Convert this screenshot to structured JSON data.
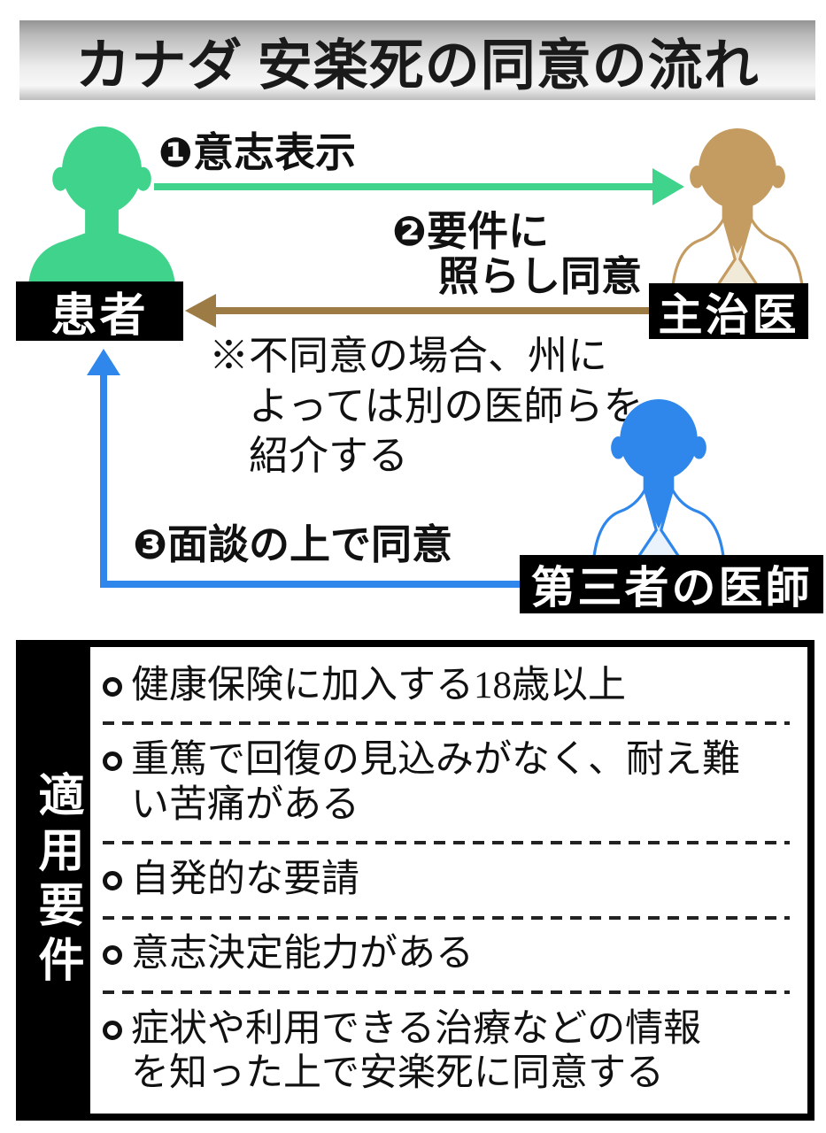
{
  "title": "カナダ 安楽死の同意の流れ",
  "actors": {
    "patient": {
      "label": "患者",
      "color": "#3fd38c"
    },
    "attending": {
      "label": "主治医",
      "color": "#c49b60"
    },
    "third": {
      "label": "第三者の医師",
      "color": "#2f87ec"
    }
  },
  "steps": [
    {
      "num": "❶",
      "text": "意志表示",
      "arrow_color": "#3fd38c"
    },
    {
      "num": "❷",
      "line1": "要件に",
      "line2": "照らし同意",
      "arrow_color": "#9c7b44"
    },
    {
      "num": "❸",
      "text": "面談の上で同意",
      "arrow_color": "#2f87ec"
    }
  ],
  "note": {
    "marker": "※",
    "lines": [
      "不同意の場合、州に",
      "よっては別の医師らを",
      "紹介する"
    ]
  },
  "requirements": {
    "heading": "適用要件",
    "items": [
      {
        "lines": [
          "健康保険に加入する18歳以上"
        ]
      },
      {
        "lines": [
          "重篤で回復の見込みがなく、耐え難",
          "い苦痛がある"
        ]
      },
      {
        "lines": [
          "自発的な要請"
        ]
      },
      {
        "lines": [
          "意志決定能力がある"
        ]
      },
      {
        "lines": [
          "症状や利用できる治療などの情報",
          "を知った上で安楽死に同意する"
        ]
      }
    ]
  }
}
